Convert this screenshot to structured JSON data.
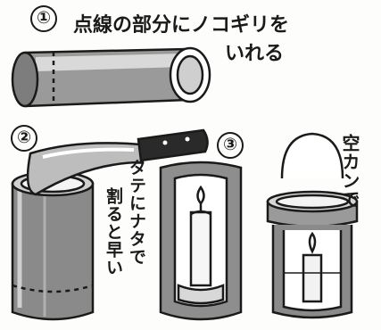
{
  "steps": [
    {
      "number": "①"
    },
    {
      "number": "②"
    },
    {
      "number": "③"
    }
  ],
  "captions": {
    "step1_line1": "点線の部分にノコギリを",
    "step1_line2": "いれる",
    "step2_col1": "タテにナタで",
    "step2_col2": "割ると早い",
    "step3_note": "空カンで"
  },
  "colors": {
    "ink": "#1a1a1a",
    "paper": "#fdfdfb",
    "shade": "#8a8a8a"
  }
}
